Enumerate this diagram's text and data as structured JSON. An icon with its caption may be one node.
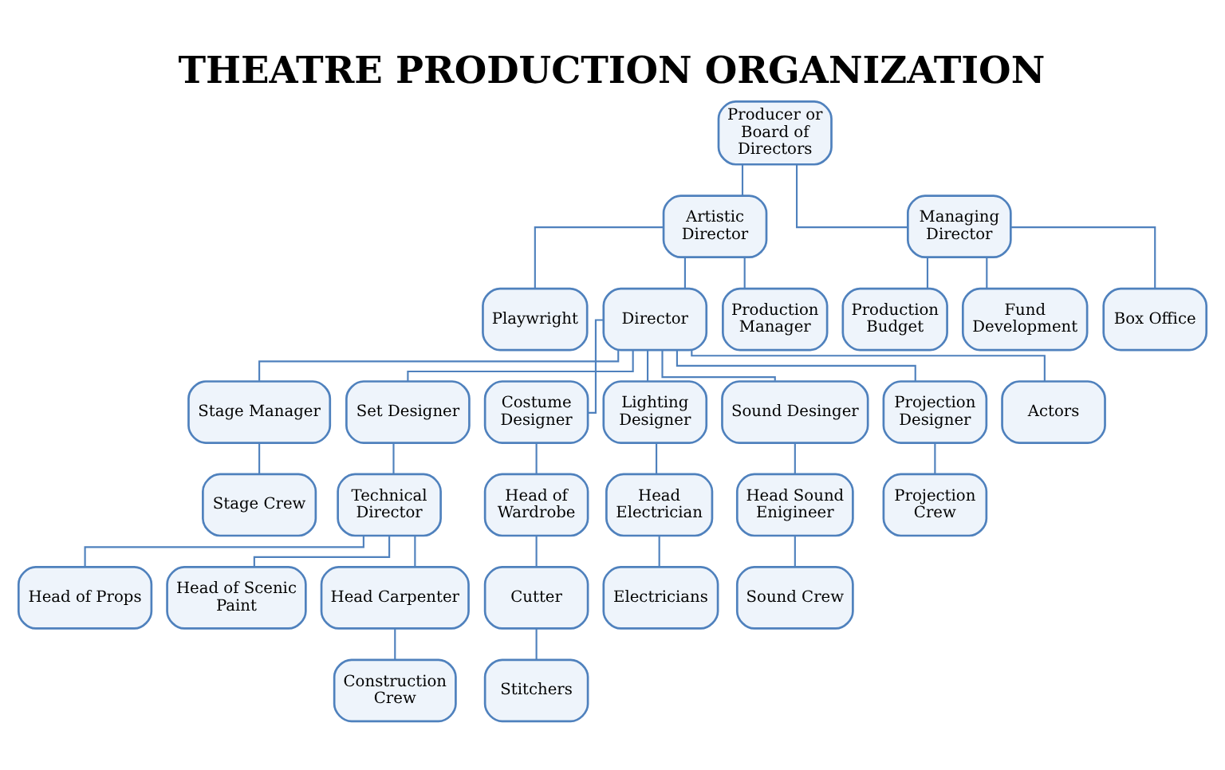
{
  "diagram": {
    "title": "THEATRE PRODUCTION ORGANIZATION",
    "nodes": [
      {
        "text": [
          "Producer or Board of Directors"
        ]
      },
      {
        "text": [
          "Artistic Director"
        ]
      },
      {
        "text": [
          "Managing Director"
        ]
      },
      {
        "text": [
          "Playwright"
        ]
      },
      {
        "text": [
          "Director"
        ]
      },
      {
        "text": [
          "Production Manager"
        ]
      },
      {
        "text": [
          "Production Budget"
        ]
      },
      {
        "text": [
          "Fund Development"
        ]
      },
      {
        "text": [
          "Box Office"
        ]
      },
      {
        "text": [
          "Stage Manager"
        ]
      },
      {
        "text": [
          "Set Designer"
        ]
      },
      {
        "text": [
          "Costume Designer"
        ]
      },
      {
        "text": [
          "Lighting Designer"
        ]
      },
      {
        "text": [
          "Sound Desinger"
        ]
      },
      {
        "text": [
          "Projection Designer"
        ]
      },
      {
        "text": [
          "Actors"
        ]
      },
      {
        "text": [
          "Stage Crew"
        ]
      },
      {
        "text": [
          "Technical Director"
        ]
      },
      {
        "text": [
          "Head of Wardrobe"
        ]
      },
      {
        "text": [
          "Head Electrician"
        ]
      },
      {
        "text": [
          "Head Sound Enigineer"
        ]
      },
      {
        "text": [
          "Projection Crew"
        ]
      },
      {
        "text": [
          "Head of Props"
        ]
      },
      {
        "text": [
          "Head of Scenic Paint"
        ]
      },
      {
        "text": [
          "Head Carpenter"
        ]
      },
      {
        "text": [
          "Cutter"
        ]
      },
      {
        "text": [
          "Electricians"
        ]
      },
      {
        "text": [
          "Sound Crew"
        ]
      },
      {
        "text": [
          "Construction Crew"
        ]
      },
      {
        "text": [
          "Stitchers"
        ]
      }
    ],
    "edges": [
      {
        "from": 0,
        "to": 1,
        "arrow": "none"
      },
      {
        "from": 0,
        "to": 2,
        "arrow": "none"
      },
      {
        "from": 1,
        "to": 3,
        "arrow": "none"
      },
      {
        "from": 1,
        "to": 4,
        "arrow": "none"
      },
      {
        "from": 1,
        "to": 5,
        "arrow": "none"
      },
      {
        "from": 2,
        "to": 6,
        "arrow": "none"
      },
      {
        "from": 2,
        "to": 7,
        "arrow": "none"
      },
      {
        "from": 2,
        "to": 8,
        "arrow": "none"
      },
      {
        "from": 4,
        "to": 9,
        "arrow": "none"
      },
      {
        "from": 4,
        "to": 10,
        "arrow": "none"
      },
      {
        "from": 4,
        "to": 11,
        "arrow": "none"
      },
      {
        "from": 4,
        "to": 12,
        "arrow": "none"
      },
      {
        "from": 4,
        "to": 13,
        "arrow": "none"
      },
      {
        "from": 4,
        "to": 14,
        "arrow": "none"
      },
      {
        "from": 4,
        "to": 15,
        "arrow": "none"
      },
      {
        "from": 9,
        "to": 16,
        "arrow": "none"
      },
      {
        "from": 10,
        "to": 17,
        "arrow": "none"
      },
      {
        "from": 11,
        "to": 18,
        "arrow": "none"
      },
      {
        "from": 12,
        "to": 19,
        "arrow": "none"
      },
      {
        "from": 13,
        "to": 20,
        "arrow": "none"
      },
      {
        "from": 14,
        "to": 21,
        "arrow": "none"
      },
      {
        "from": 17,
        "to": 22,
        "arrow": "none"
      },
      {
        "from": 17,
        "to": 23,
        "arrow": "none"
      },
      {
        "from": 17,
        "to": 24,
        "arrow": "none"
      },
      {
        "from": 18,
        "to": 25,
        "arrow": "none"
      },
      {
        "from": 19,
        "to": 26,
        "arrow": "none"
      },
      {
        "from": 20,
        "to": 27,
        "arrow": "none"
      },
      {
        "from": 24,
        "to": 28,
        "arrow": "none"
      },
      {
        "from": 25,
        "to": 29,
        "arrow": "none"
      }
    ]
  }
}
